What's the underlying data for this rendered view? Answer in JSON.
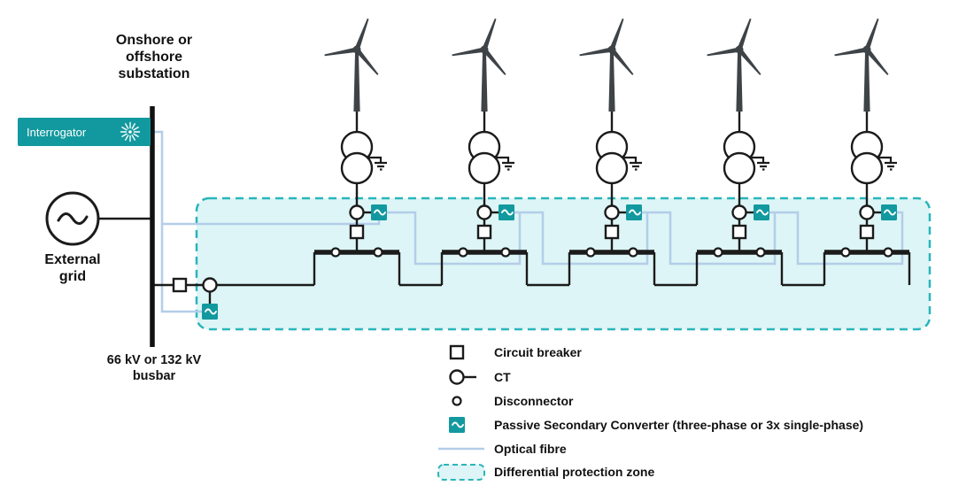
{
  "diagram": {
    "substation_label": [
      "Onshore or",
      "offshore",
      "substation"
    ],
    "interrogator_label": "Interrogator",
    "external_grid_label": [
      "External",
      "grid"
    ],
    "busbar_label": [
      "66 kV or 132 kV",
      "busbar"
    ],
    "turbine_count": 5,
    "colors": {
      "teal": "#12999f",
      "optical_fibre": "#b3cde9",
      "zone_fill": "#ddf5f6",
      "zone_border": "#29b5ba",
      "wire": "#1b1b1b"
    }
  },
  "legend": {
    "items": [
      {
        "icon": "square-icon",
        "label": "Circuit breaker"
      },
      {
        "icon": "circle-with-line-icon",
        "label": "CT"
      },
      {
        "icon": "small-circle-icon",
        "label": "Disconnector"
      },
      {
        "icon": "teal-sine-box-icon",
        "label": "Passive Secondary Converter (three-phase or 3x single-phase)"
      },
      {
        "icon": "blue-line-icon",
        "label": "Optical fibre"
      },
      {
        "icon": "dashed-teal-box-icon",
        "label": "Differential protection zone"
      }
    ]
  }
}
